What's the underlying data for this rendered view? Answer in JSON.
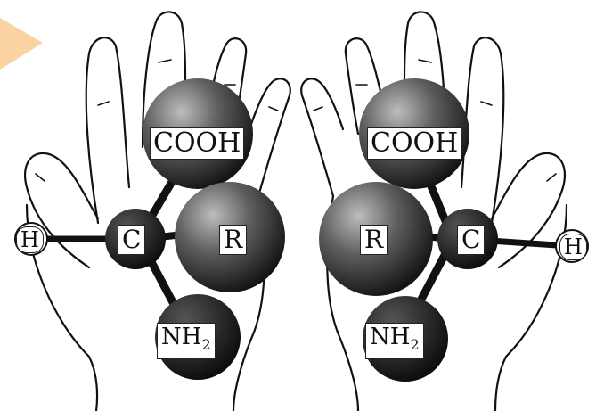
{
  "left_hand": {
    "top_group": "COOH",
    "center_atom": "C",
    "side_group": "R",
    "bottom_group": "NH",
    "bottom_sub": "2",
    "end_atom": "H"
  },
  "right_hand": {
    "top_group": "COOH",
    "center_atom": "C",
    "side_group": "R",
    "bottom_group": "NH",
    "bottom_sub": "2",
    "end_atom": "H"
  },
  "colors": {
    "background": "#ffffff",
    "accent_triangle": "#f9d4a0",
    "ink": "#111111",
    "sphere_dark": "#1b1b1b",
    "sphere_mid": "#6a6a6a"
  }
}
